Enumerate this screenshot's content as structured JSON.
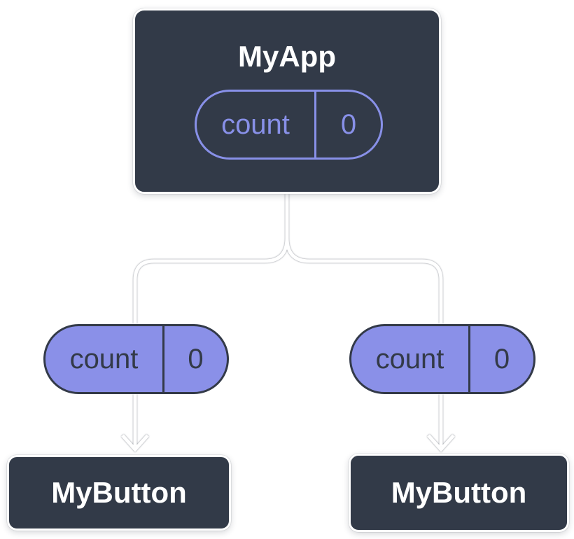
{
  "colors": {
    "background": "#FFFFFF",
    "node_fill": "#323A48",
    "node_border": "#FFFFFF",
    "node_text": "#FFFFFF",
    "accent_purple": "#8890E8",
    "prop_pill_fill": "#8A90E8",
    "prop_pill_text": "#333A48",
    "connector_line": "#FFFFFF"
  },
  "diagram": {
    "root": {
      "title": "MyApp",
      "state_pill": {
        "label": "count",
        "value": "0"
      }
    },
    "prop_pills": [
      {
        "label": "count",
        "value": "0"
      },
      {
        "label": "count",
        "value": "0"
      }
    ],
    "children": [
      {
        "title": "MyButton"
      },
      {
        "title": "MyButton"
      }
    ]
  }
}
